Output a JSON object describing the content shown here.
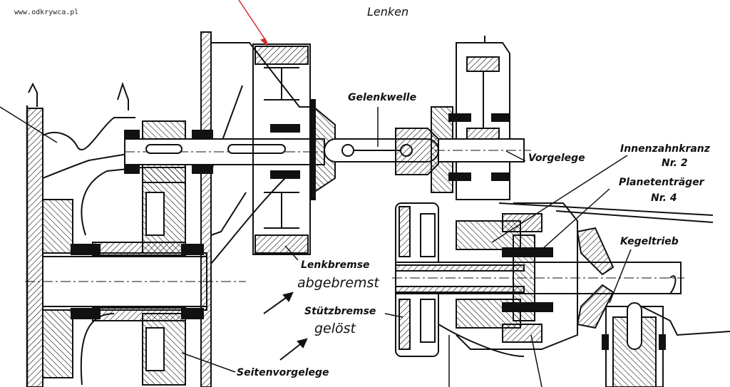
{
  "watermark": "www.odkrywca.pl",
  "labels": {
    "title": "Lenken",
    "gelenkwelle": "Gelenkwelle",
    "vorgelege": "Vorgelege",
    "innenzahnkranz_1": "Innenzahnkranz",
    "innenzahnkranz_2": "Nr. 2",
    "planetentraeger_1": "Planetenträger",
    "planetentraeger_2": "Nr. 4",
    "kegeltrieb": "Kegeltrieb",
    "lenkbremse": "Lenkbremse",
    "abgebremst": "abgebremst",
    "stuetzbremse": "Stützbremse",
    "geloest": "gelöst",
    "seitenvorgelege": "Seitenvorgelege"
  },
  "colors": {
    "ink": "#111111",
    "annotation_arrow": "#d42a2a",
    "paper": "#ffffff"
  }
}
